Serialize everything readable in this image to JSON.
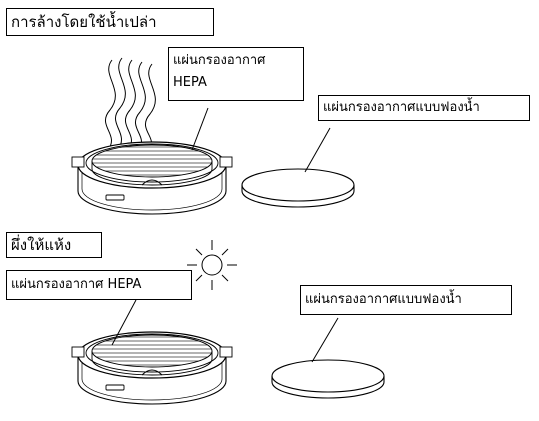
{
  "step1": {
    "title": "การล้างโดยใช้น้ำเปล่า",
    "hepa_label_line1": "แผ่นกรองอากาศ",
    "hepa_label_line2": "HEPA",
    "sponge_label": "แผ่นกรองอากาศแบบฟองน้ำ"
  },
  "step2": {
    "title": "ผึ่งให้แห้ง",
    "hepa_label": "แผ่นกรองอากาศ HEPA",
    "sponge_label": "แผ่นกรองอากาศแบบฟองน้ำ"
  },
  "icons": [
    "steam-lines-icon",
    "sun-icon"
  ]
}
